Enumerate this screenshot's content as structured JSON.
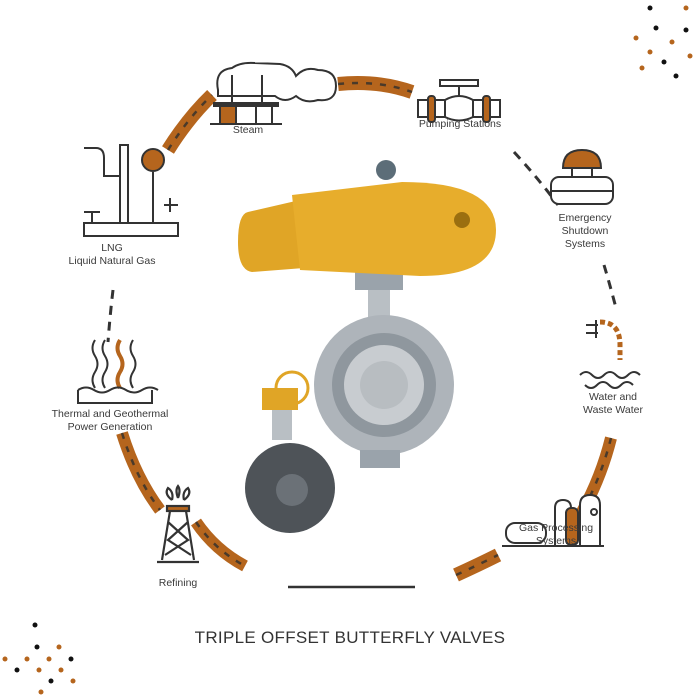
{
  "title": "TRIPLE OFFSET BUTTERFLY VALVES",
  "colors": {
    "accent": "#b5651d",
    "ink": "#3a3a3a",
    "valve_yellow": "#e0a526",
    "valve_gray": "#a9aeb3",
    "valve_dark": "#4e5358"
  },
  "applications": [
    {
      "icon": "steam-plant-icon",
      "lines": [
        "Steam"
      ]
    },
    {
      "icon": "pump-valve-icon",
      "lines": [
        "Pumping Stations"
      ]
    },
    {
      "icon": "emergency-button-icon",
      "lines": [
        "Emergency",
        "Shutdown",
        "Systems"
      ]
    },
    {
      "icon": "water-tap-icon",
      "lines": [
        "Water and",
        "Waste Water"
      ]
    },
    {
      "icon": "gas-tanks-icon",
      "lines": [
        "Gas Processing",
        "Systems"
      ]
    },
    {
      "icon": "oil-derrick-icon",
      "lines": [
        "Refining"
      ]
    },
    {
      "icon": "heat-waves-icon",
      "lines": [
        "Thermal and Geothermal",
        "Power Generation"
      ]
    },
    {
      "icon": "lng-pipes-icon",
      "lines": [
        "LNG",
        "Liquid Natural Gas"
      ]
    }
  ]
}
